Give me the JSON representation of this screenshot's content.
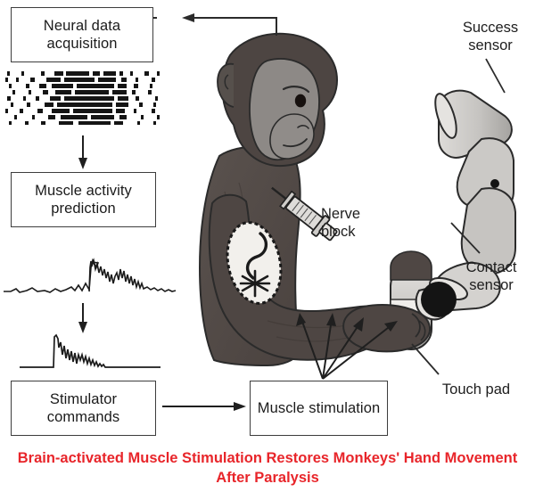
{
  "figure": {
    "title_caption": "Brain-activated Muscle Stimulation Restores Monkeys' Hand Movement After Paralysis",
    "background_color": "#ffffff",
    "caption_color": "#e8252a"
  },
  "flowchart": {
    "boxes": [
      {
        "id": "neural-data-acquisition",
        "label": "Neural data\nacquisition"
      },
      {
        "id": "muscle-activity-prediction",
        "label": "Muscle activity\nprediction"
      },
      {
        "id": "stimulator-commands",
        "label": "Stimulator\ncommands"
      },
      {
        "id": "muscle-stimulation",
        "label": "Muscle\nstimulation"
      }
    ],
    "arrows": [
      {
        "id": "raster-to-prediction",
        "direction": "down"
      },
      {
        "id": "emg-to-command",
        "direction": "down"
      },
      {
        "id": "stimulator-to-musclestim",
        "direction": "right"
      },
      {
        "id": "musclestim-to-forearm",
        "direction": "fan-up",
        "count": 4
      },
      {
        "id": "monkey-to-neural-feedback",
        "direction": "left"
      }
    ]
  },
  "signals": {
    "raster": {
      "name": "neural-spike-raster",
      "rows": 13,
      "description": "multi-unit spike raster with dense burst in centre"
    },
    "emg_predicted": {
      "name": "predicted-emg-trace",
      "description": "noisy EMG envelope with sharp onset peak"
    },
    "stim_command": {
      "name": "stimulator-command-trace",
      "description": "rectified stimulation command burst on flat baseline"
    }
  },
  "annotations": [
    {
      "id": "success-sensor",
      "label": "Success\nsensor"
    },
    {
      "id": "nerve-block",
      "label": "Nerve\nblock"
    },
    {
      "id": "contact-sensor",
      "label": "Contact\nsensor"
    },
    {
      "id": "touch-pad",
      "label": "Touch pad"
    }
  ],
  "illustration": {
    "subject": "macaque-monkey",
    "colors": {
      "fur_dark": "#4f4744",
      "fur_mid": "#5d5450",
      "face_gray": "#8d8986",
      "head_cap": "#4a4340",
      "device_gray": "#c9c7c4",
      "device_light": "#dedcd9",
      "device_dark": "#9c9a97",
      "patch_white": "#f2f0ec",
      "outline": "#2b2b2b",
      "black": "#111111"
    },
    "parts": [
      {
        "id": "monkey-head",
        "name": "monkey-head"
      },
      {
        "id": "monkey-torso",
        "name": "monkey-torso"
      },
      {
        "id": "monkey-arm",
        "name": "monkey-arm"
      },
      {
        "id": "monkey-hand",
        "name": "monkey-hand"
      },
      {
        "id": "electrode-patch",
        "name": "implanted-electrode-patch"
      },
      {
        "id": "syringe",
        "name": "nerve-block-syringe"
      },
      {
        "id": "robotic-arm",
        "name": "success-sensor-arm-device"
      },
      {
        "id": "grip-cylinder",
        "name": "touch-pad-cylinder"
      }
    ]
  },
  "chart_data": {
    "type": "line",
    "title": "Brain-controlled functional electrical stimulation loop",
    "series": [
      {
        "name": "neural-spike-raster",
        "type": "raster",
        "rows": 13,
        "x_range": [
          0,
          1
        ],
        "burst_center": 0.5,
        "burst_width": 0.42
      },
      {
        "name": "predicted-emg",
        "type": "line",
        "x": [
          0,
          0.08,
          0.16,
          0.24,
          0.3,
          0.34,
          0.36,
          0.38,
          0.42,
          0.46,
          0.5,
          0.54,
          0.58,
          0.62,
          0.66,
          0.7,
          0.76,
          0.84,
          0.92,
          1
        ],
        "y": [
          0.06,
          0.08,
          0.06,
          0.1,
          0.12,
          0.18,
          0.95,
          0.45,
          0.62,
          0.4,
          0.66,
          0.38,
          0.55,
          0.32,
          0.28,
          0.2,
          0.12,
          0.08,
          0.07,
          0.06
        ],
        "ylim": [
          0,
          1
        ]
      },
      {
        "name": "stimulator-command",
        "type": "line",
        "x": [
          0,
          0.2,
          0.3,
          0.32,
          0.36,
          0.4,
          0.44,
          0.48,
          0.52,
          0.56,
          0.6,
          0.64,
          0.68,
          0.74,
          0.8,
          1
        ],
        "y": [
          0,
          0,
          0,
          0.98,
          0.5,
          0.68,
          0.34,
          0.6,
          0.28,
          0.52,
          0.22,
          0.42,
          0.16,
          0.3,
          0,
          0
        ],
        "ylim": [
          0,
          1
        ]
      }
    ],
    "xlabel": "",
    "ylabel": "",
    "grid": false,
    "legend": "none"
  }
}
